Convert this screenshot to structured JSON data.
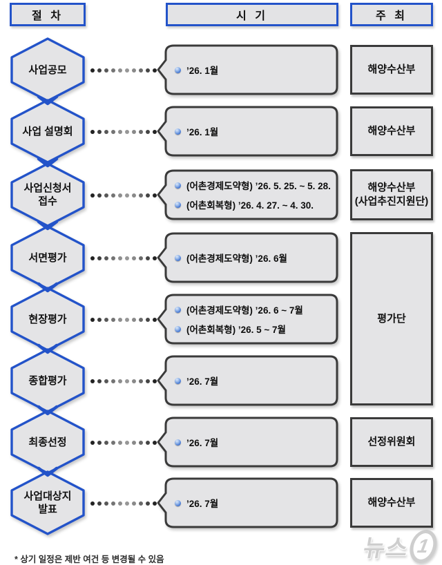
{
  "headers": {
    "procedure": "절 차",
    "timing": "시 기",
    "host": "주 최"
  },
  "rows": [
    {
      "step_lines": [
        "사업공모"
      ],
      "times": [
        "’26. 1월"
      ],
      "host_lines": [
        "해양수산부"
      ]
    },
    {
      "step_lines": [
        "사업 설명회"
      ],
      "times": [
        "’26. 1월"
      ],
      "host_lines": [
        "해양수산부"
      ]
    },
    {
      "step_lines": [
        "사업신청서",
        "접수"
      ],
      "times": [
        "(어촌경제도약형) ’26. 5. 25. ~ 5. 28.",
        "(어촌회복형) ’26. 4. 27. ~ 4. 30."
      ],
      "host_lines": [
        "해양수산부",
        "(사업추진지원단)"
      ]
    },
    {
      "step_lines": [
        "서면평가"
      ],
      "times": [
        "(어촌경제도약형) ’26. 6월"
      ]
    },
    {
      "step_lines": [
        "현장평가"
      ],
      "times": [
        "(어촌경제도약형) ’26. 6 ~ 7월",
        "(어촌회복형) ’26. 5 ~ 7월"
      ]
    },
    {
      "step_lines": [
        "종합평가"
      ],
      "times": [
        "’26. 7월"
      ]
    },
    {
      "step_lines": [
        "최종선정"
      ],
      "times": [
        "’26. 7월"
      ],
      "host_lines": [
        "선정위원회"
      ]
    },
    {
      "step_lines": [
        "사업대상지",
        "발표"
      ],
      "times": [
        "’26. 7월"
      ],
      "host_lines": [
        "해양수산부"
      ]
    }
  ],
  "merged_host": {
    "label": "평가단"
  },
  "footnote": "* 상기 일정은 제반 여건 등 변경될 수 있음",
  "watermark": {
    "text": "뉴스",
    "numeral": "1"
  },
  "colors": {
    "accent_blue": "#2353c9",
    "border_dark": "#3a3a3a",
    "panel_gray": "#e4e4e6"
  }
}
